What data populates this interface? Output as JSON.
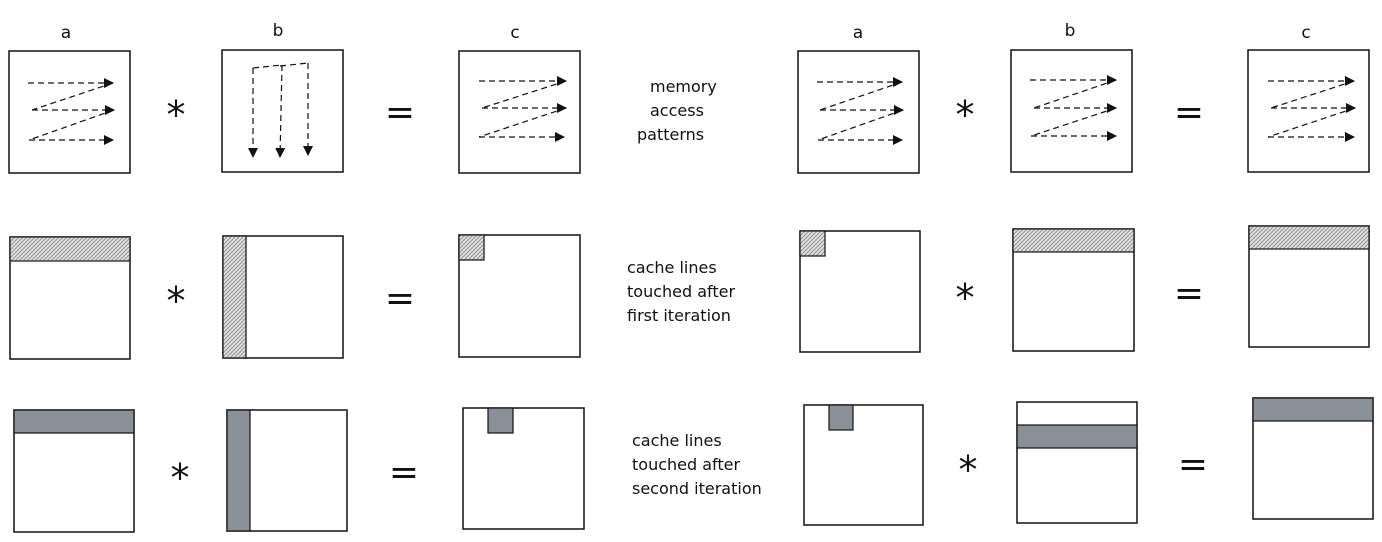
{
  "column_labels": {
    "left": {
      "a": "a",
      "b": "b",
      "c": "c"
    },
    "right": {
      "a": "a",
      "b": "b",
      "c": "c"
    }
  },
  "operators": {
    "multiply": "*",
    "equals": "="
  },
  "captions": {
    "memory": [
      "memory",
      "access",
      "patterns"
    ],
    "first": [
      "cache lines",
      "touched after",
      "first iteration"
    ],
    "second": [
      "cache lines",
      "touched after",
      "second iteration"
    ]
  },
  "colors": {
    "line": "#111111",
    "solid_fill": "#8a9097",
    "hatch_fill": "#d8d8d8"
  }
}
